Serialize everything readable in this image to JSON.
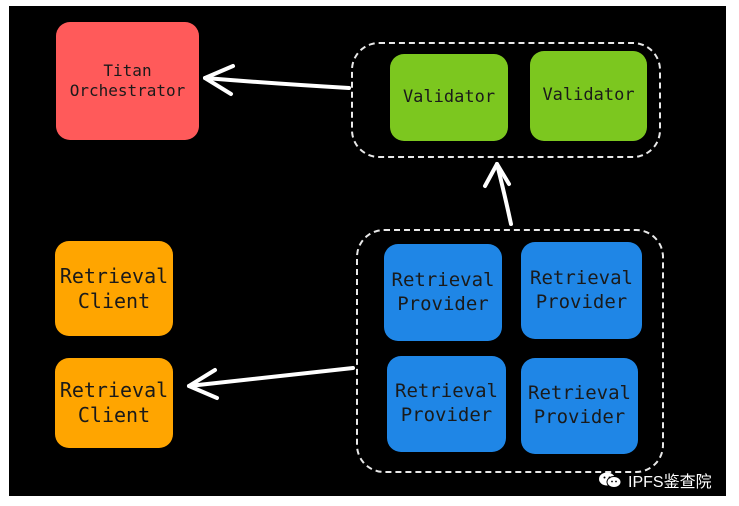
{
  "nodes": {
    "titan_orchestrator": "Titan\nOrchestrator",
    "validator_1": "Validator",
    "validator_2": "Validator",
    "retrieval_client_1": "Retrieval\nClient",
    "retrieval_client_2": "Retrieval\nClient",
    "retrieval_provider_1": "Retrieval\nProvider",
    "retrieval_provider_2": "Retrieval\nProvider",
    "retrieval_provider_3": "Retrieval\nProvider",
    "retrieval_provider_4": "Retrieval\nProvider"
  },
  "edges": [
    {
      "from": "validator-group",
      "to": "titan-orchestrator"
    },
    {
      "from": "provider-group",
      "to": "validator-group"
    },
    {
      "from": "provider-group",
      "to": "retrieval-client-2"
    }
  ],
  "watermark": {
    "icon": "wechat-icon",
    "text": "IPFS鉴查院"
  },
  "colors": {
    "background": "#000000",
    "orchestrator": "#ff5a5a",
    "validator": "#7cc71f",
    "client": "#ffa500",
    "provider": "#1f86e6"
  }
}
